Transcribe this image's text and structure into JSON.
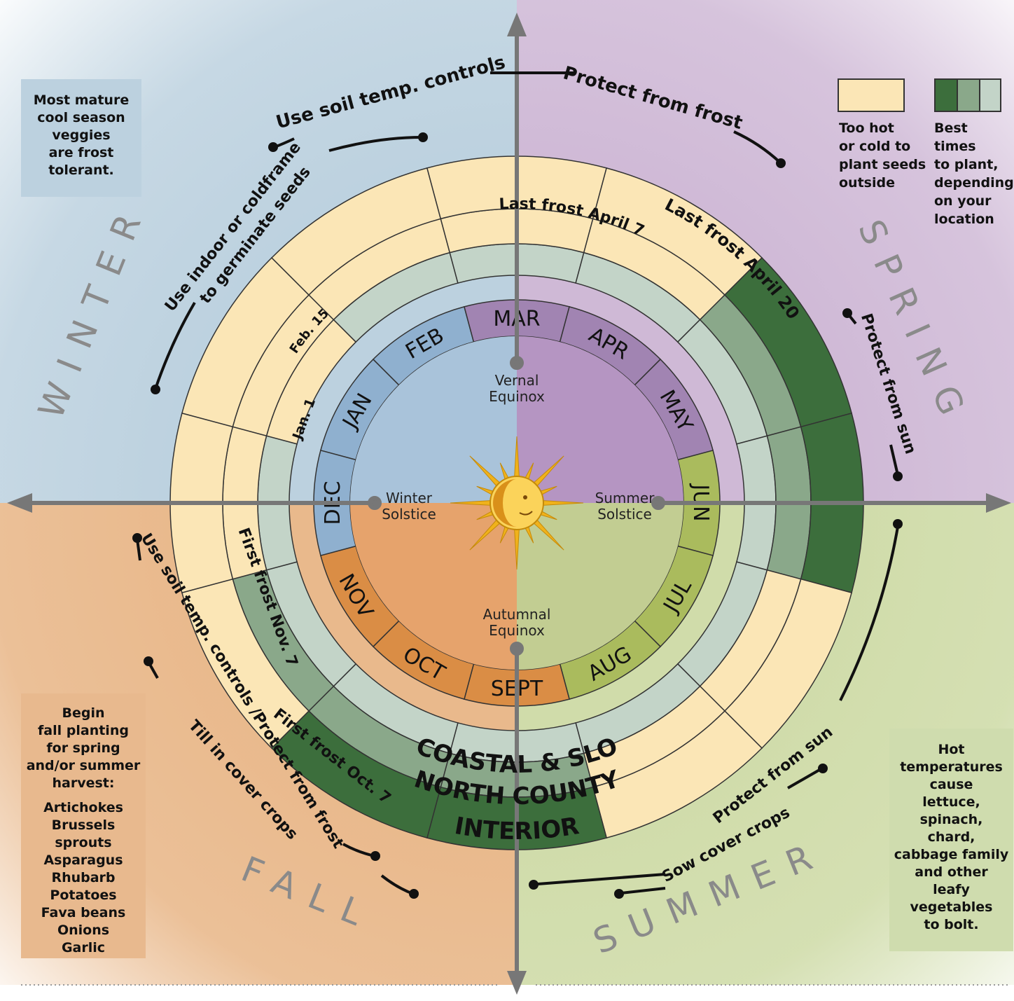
{
  "colors": {
    "winter_bg": "#bcd1df",
    "spring_bg": "#cfb9d6",
    "fall_bg": "#e9b98c",
    "summer_bg": "#d0dcaa",
    "too_hot_cold": "#fbe6b6",
    "best_dark": "#3c6e3c",
    "best_mid": "#8aa88a",
    "best_light": "#c3d4c8",
    "month_winter": "#8fb0cf",
    "month_spring": "#a184b2",
    "month_fall": "#da8d45",
    "month_summer": "#aabb5d",
    "center_winter": "#a9c3da",
    "center_spring": "#b595c2",
    "center_fall": "#e6a36c",
    "center_summer": "#c2cd92",
    "axis": "#777777",
    "sun": "#f0b21b"
  },
  "seasons": {
    "winter": "WINTER",
    "spring": "SPRING",
    "fall": "FALL",
    "summer": "SUMMER"
  },
  "months": [
    "JAN",
    "FEB",
    "MAR",
    "APR",
    "MAY",
    "JUN",
    "JUL",
    "AUG",
    "SEPT",
    "OCT",
    "NOV",
    "DEC"
  ],
  "sun_icon": "sun-face-icon",
  "center_labels": {
    "vernal": [
      "Vernal",
      "Equinox"
    ],
    "summer": [
      "Summer",
      "Solstice"
    ],
    "autumnal": [
      "Autumnal",
      "Equinox"
    ],
    "winter": [
      "Winter",
      "Solstice"
    ]
  },
  "rings": [
    {
      "name": "COASTAL & SLO",
      "cells": [
        "pale",
        "light",
        "light",
        "light",
        "light",
        "light",
        "light",
        "light",
        "light",
        "light",
        "light",
        "light"
      ]
    },
    {
      "name": "NORTH COUNTY",
      "cells": [
        "pale",
        "pale",
        "pale",
        "pale",
        "mid",
        "mid",
        "pale",
        "pale",
        "mid",
        "mid",
        "mid",
        "pale"
      ]
    },
    {
      "name": "INTERIOR",
      "cells": [
        "pale",
        "pale",
        "pale",
        "pale",
        "dark",
        "dark",
        "pale",
        "pale",
        "dark",
        "dark",
        "pale",
        "pale"
      ]
    }
  ],
  "frost_labels": {
    "feb15": "Feb. 15",
    "jan1": "Jan. 1",
    "last_april7": "Last frost April 7",
    "last_april20": "Last frost April 20",
    "first_nov7": "First frost Nov. 7",
    "first_oct7": "First frost Oct. 7"
  },
  "arc_labels": {
    "winter_outer": "Use soil temp. controls",
    "winter_inner_1": "Use indoor or coldframe",
    "winter_inner_2": "to germinate seeds",
    "spring_outer": "Protect from frost",
    "spring_inner": "Protect from sun",
    "fall_outer": "Use soil temp. controls /Protect from frost",
    "fall_inner": "Till in cover crops",
    "summer_outer": "Protect from sun",
    "summer_inner": "Sow cover crops"
  },
  "notes": {
    "winter": [
      "Most mature",
      "cool season",
      "veggies",
      "are frost",
      "tolerant."
    ],
    "fall_intro": [
      "Begin",
      "fall planting",
      "for spring",
      "and/or summer",
      "harvest:"
    ],
    "fall_items": [
      "Artichokes",
      "Brussels sprouts",
      "Asparagus",
      "Rhubarb",
      "Potatoes",
      "Fava beans",
      "Onions",
      "Garlic"
    ],
    "summer": [
      "Hot",
      "temperatures",
      "cause",
      "lettuce,",
      "spinach,",
      "chard,",
      "cabbage family",
      "and other",
      "leafy",
      "vegetables",
      "to bolt."
    ]
  },
  "legend": {
    "too_hot_cold": [
      "Too hot",
      "or cold to",
      "plant seeds",
      "outside"
    ],
    "best_times": [
      "Best times",
      "to plant,",
      "depending",
      "on your",
      "location"
    ]
  }
}
